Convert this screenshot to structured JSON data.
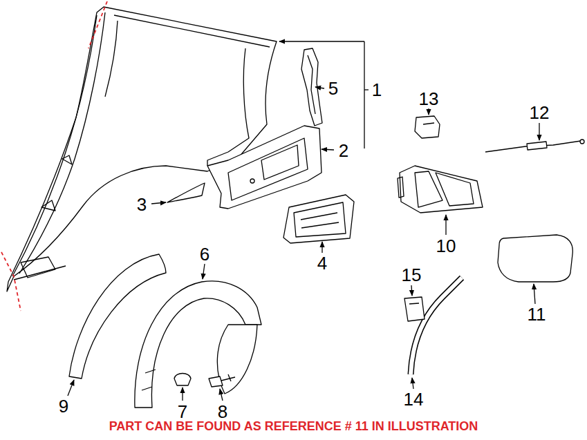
{
  "diagram": {
    "caption": "PART CAN BE FOUND AS REFERENCE # 11 IN ILLUSTRATION",
    "labels": [
      "1",
      "2",
      "3",
      "4",
      "5",
      "6",
      "7",
      "8",
      "9",
      "10",
      "11",
      "12",
      "13",
      "14",
      "15"
    ]
  }
}
